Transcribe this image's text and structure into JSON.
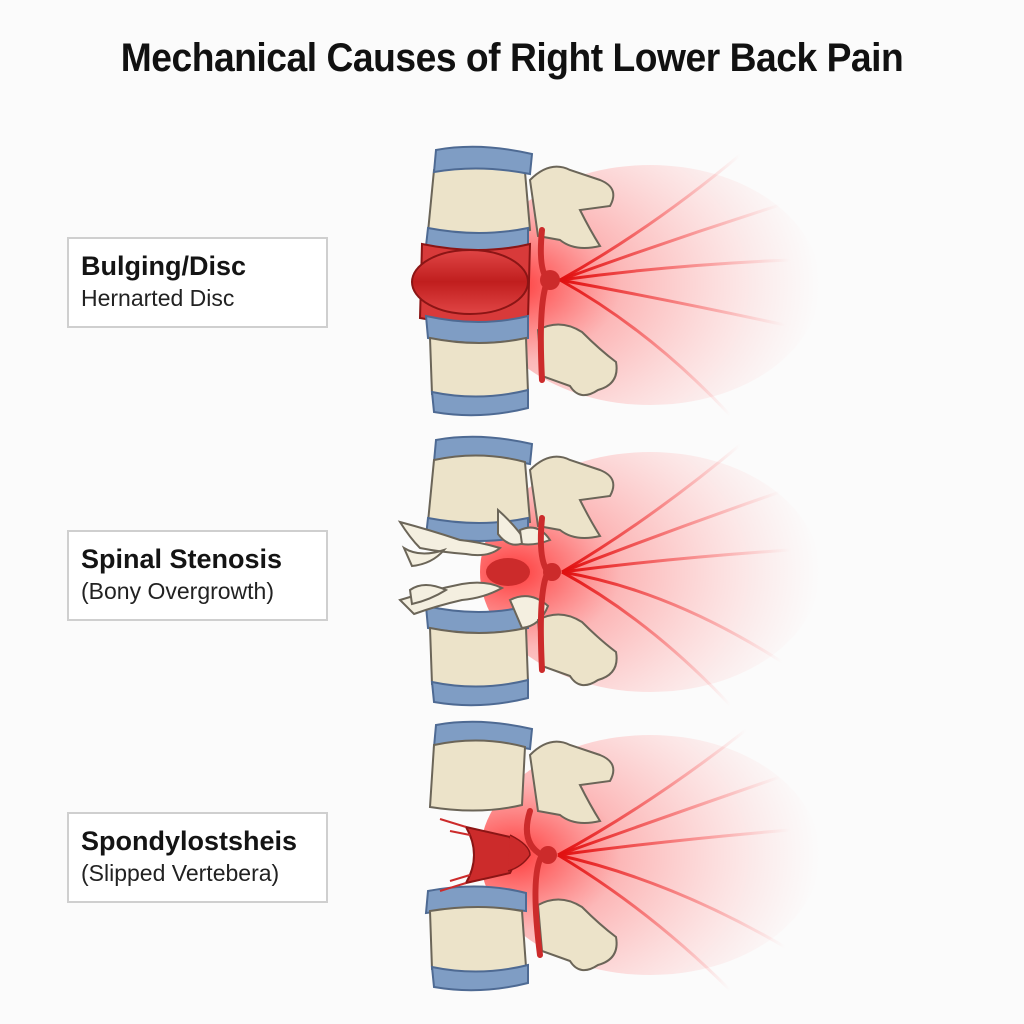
{
  "title": "Mechanical Causes of Right Lower Back Pain",
  "causes": [
    {
      "name": "Bulging/Disc",
      "detail": "Hernarted Disc"
    },
    {
      "name": "Spinal Stenosis",
      "detail": "(Bony Overgrowth)"
    },
    {
      "name": "Spondylostsheis",
      "detail": "(Slipped Vertebera)"
    }
  ],
  "colors": {
    "bone": "#ece3c9",
    "bone_outline": "#6b6558",
    "disc_end_plate": "#7f9dc4",
    "nerve": "#cc2b2b",
    "pain_radiation": "#ff1a1a"
  }
}
